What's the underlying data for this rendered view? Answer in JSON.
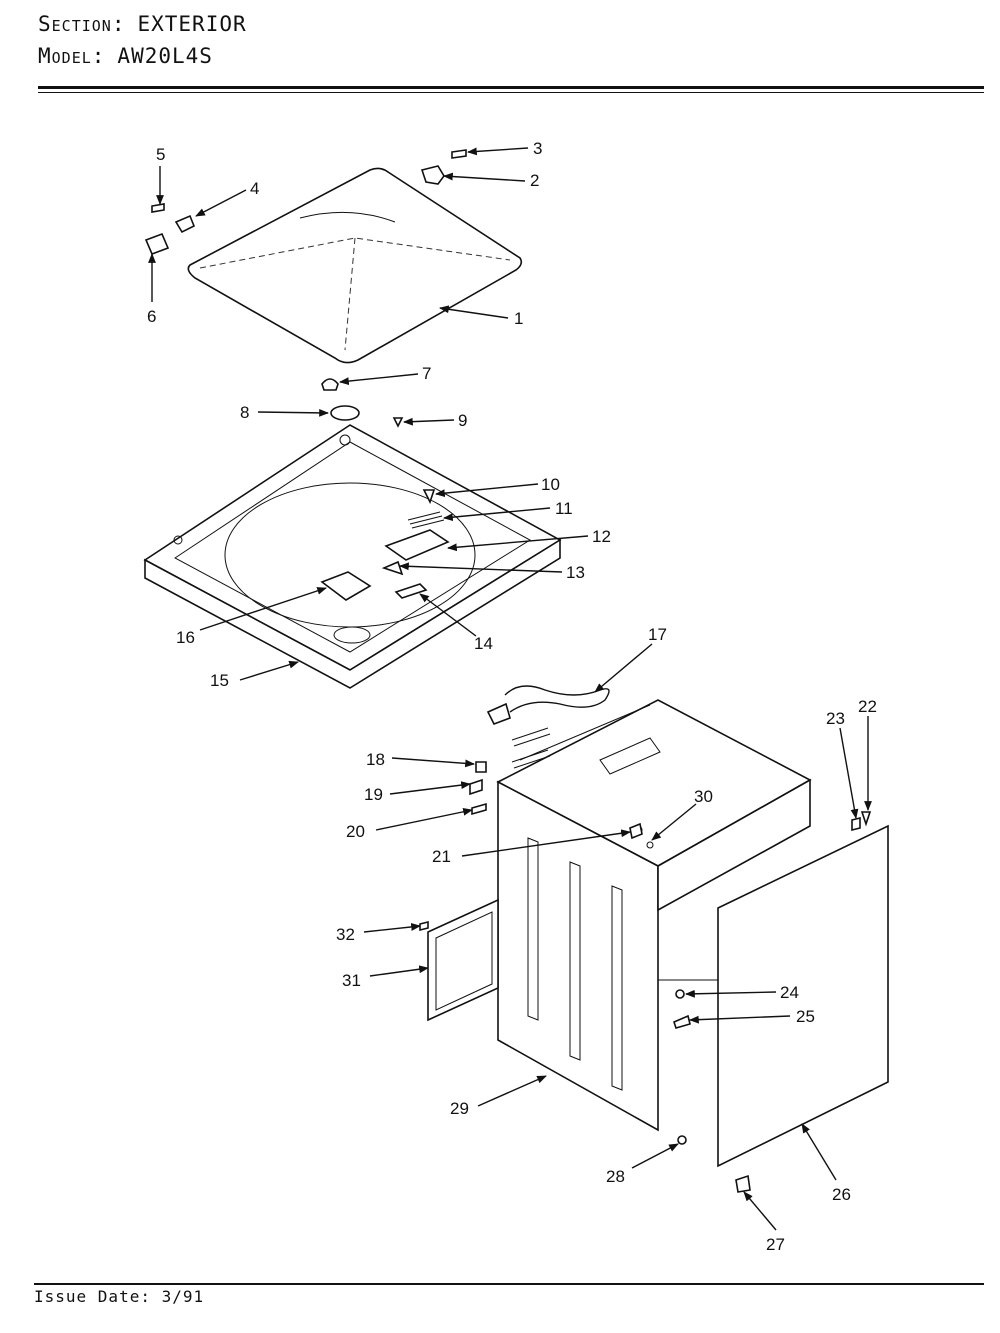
{
  "header": {
    "section_label": "Section:",
    "section_value": "EXTERIOR",
    "model_label": "Model:",
    "model_value": "AW20L4S"
  },
  "footer": {
    "issue_date": "Issue Date: 3/91"
  },
  "callouts": [
    "1",
    "2",
    "3",
    "4",
    "5",
    "6",
    "7",
    "8",
    "9",
    "10",
    "11",
    "12",
    "13",
    "14",
    "15",
    "16",
    "17",
    "18",
    "19",
    "20",
    "21",
    "22",
    "23",
    "24",
    "25",
    "26",
    "27",
    "28",
    "29",
    "30",
    "31",
    "32"
  ]
}
